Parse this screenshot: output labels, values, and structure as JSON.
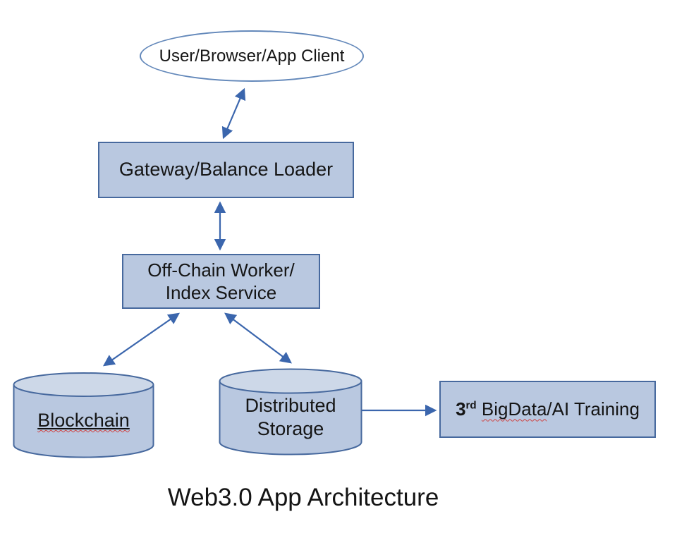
{
  "diagram": {
    "title": "Web3.0 App Architecture",
    "nodes": {
      "client": {
        "shape": "ellipse",
        "label": "User/Browser/App Client"
      },
      "gateway": {
        "shape": "rect",
        "label": "Gateway/Balance Loader"
      },
      "offchain": {
        "shape": "rect",
        "line1": "Off-Chain Worker/",
        "line2": "Index Service"
      },
      "blockchain": {
        "shape": "cylinder",
        "label": "Blockchain",
        "spellcheck_squiggle": true,
        "underlined": true
      },
      "storage": {
        "shape": "cylinder",
        "line1": "Distributed",
        "line2": "Storage"
      },
      "bigdata": {
        "shape": "rect",
        "prefix": "3",
        "ordinal": "rd",
        "misspelled": "BigData",
        "rest": "/AI Training",
        "spellcheck_squiggle": true
      }
    },
    "edges": [
      {
        "from": "client",
        "to": "gateway",
        "direction": "bidirectional"
      },
      {
        "from": "gateway",
        "to": "offchain",
        "direction": "bidirectional"
      },
      {
        "from": "offchain",
        "to": "blockchain",
        "direction": "bidirectional"
      },
      {
        "from": "offchain",
        "to": "storage",
        "direction": "bidirectional"
      },
      {
        "from": "storage",
        "to": "bigdata",
        "direction": "unidirectional"
      }
    ],
    "colors": {
      "node_fill": "#b9c8e0",
      "cylinder_top_fill": "#cdd8e8",
      "node_border": "#47699e",
      "ellipse_border": "#6388ba",
      "arrow": "#3b66ad",
      "squiggle": "#cf4545",
      "text": "#151515"
    }
  }
}
